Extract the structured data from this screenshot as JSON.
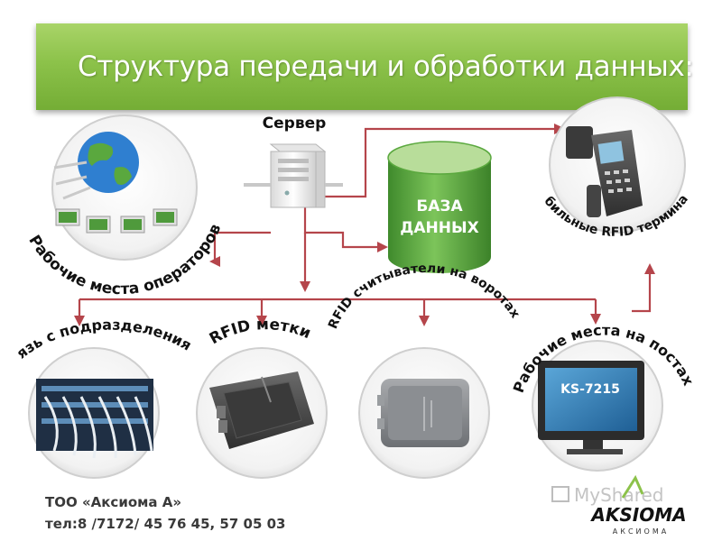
{
  "header": {
    "title": "Структура передачи и обработки данных:"
  },
  "nodes": {
    "server": "Сервер",
    "database_line1": "БАЗА",
    "database_line2": "ДАННЫХ",
    "operators": "Рабочие места операторов",
    "mobile": "Мобильные RFID терминалы",
    "divisions": "Связь с подразделениями",
    "tags": "RFID метки",
    "gate_readers": "RFID считыватели  на воротах",
    "posts": "Рабочие места на постах"
  },
  "terminal_screen_label": "KS-7215",
  "footer": {
    "company": "ТОО «Аксиома А»",
    "phone": "тел:8 /7172/ 45 76 45, 57 05 03"
  },
  "logo": {
    "main": "AKSIOMA",
    "sub": "АКСИОМА"
  },
  "watermark": "MyShared",
  "colors": {
    "banner": "#8cc24a",
    "connector": "#b5454b",
    "database": "#5aa83e"
  }
}
